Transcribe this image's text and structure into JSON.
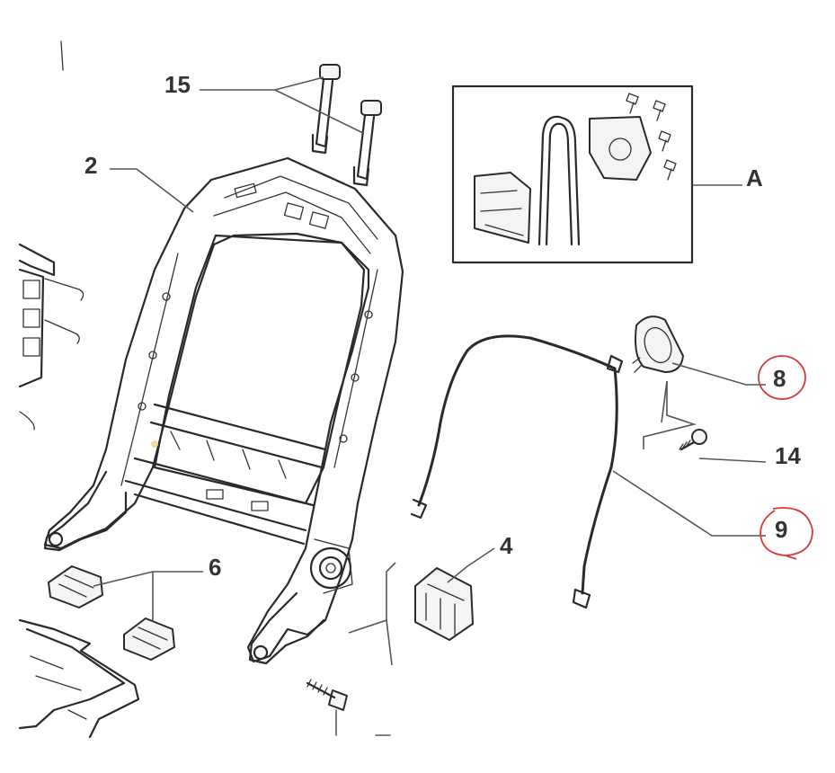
{
  "callouts": {
    "c15": "15",
    "c2": "2",
    "cA": "A",
    "c8": "8",
    "c14": "14",
    "c9": "9",
    "c4": "4",
    "c6": "6"
  },
  "highlighted_callouts": [
    "8",
    "9"
  ],
  "colors": {
    "line": "#2a2a2a",
    "callout_text": "#333333",
    "highlight": "#d83a3a",
    "background": "#ffffff"
  }
}
